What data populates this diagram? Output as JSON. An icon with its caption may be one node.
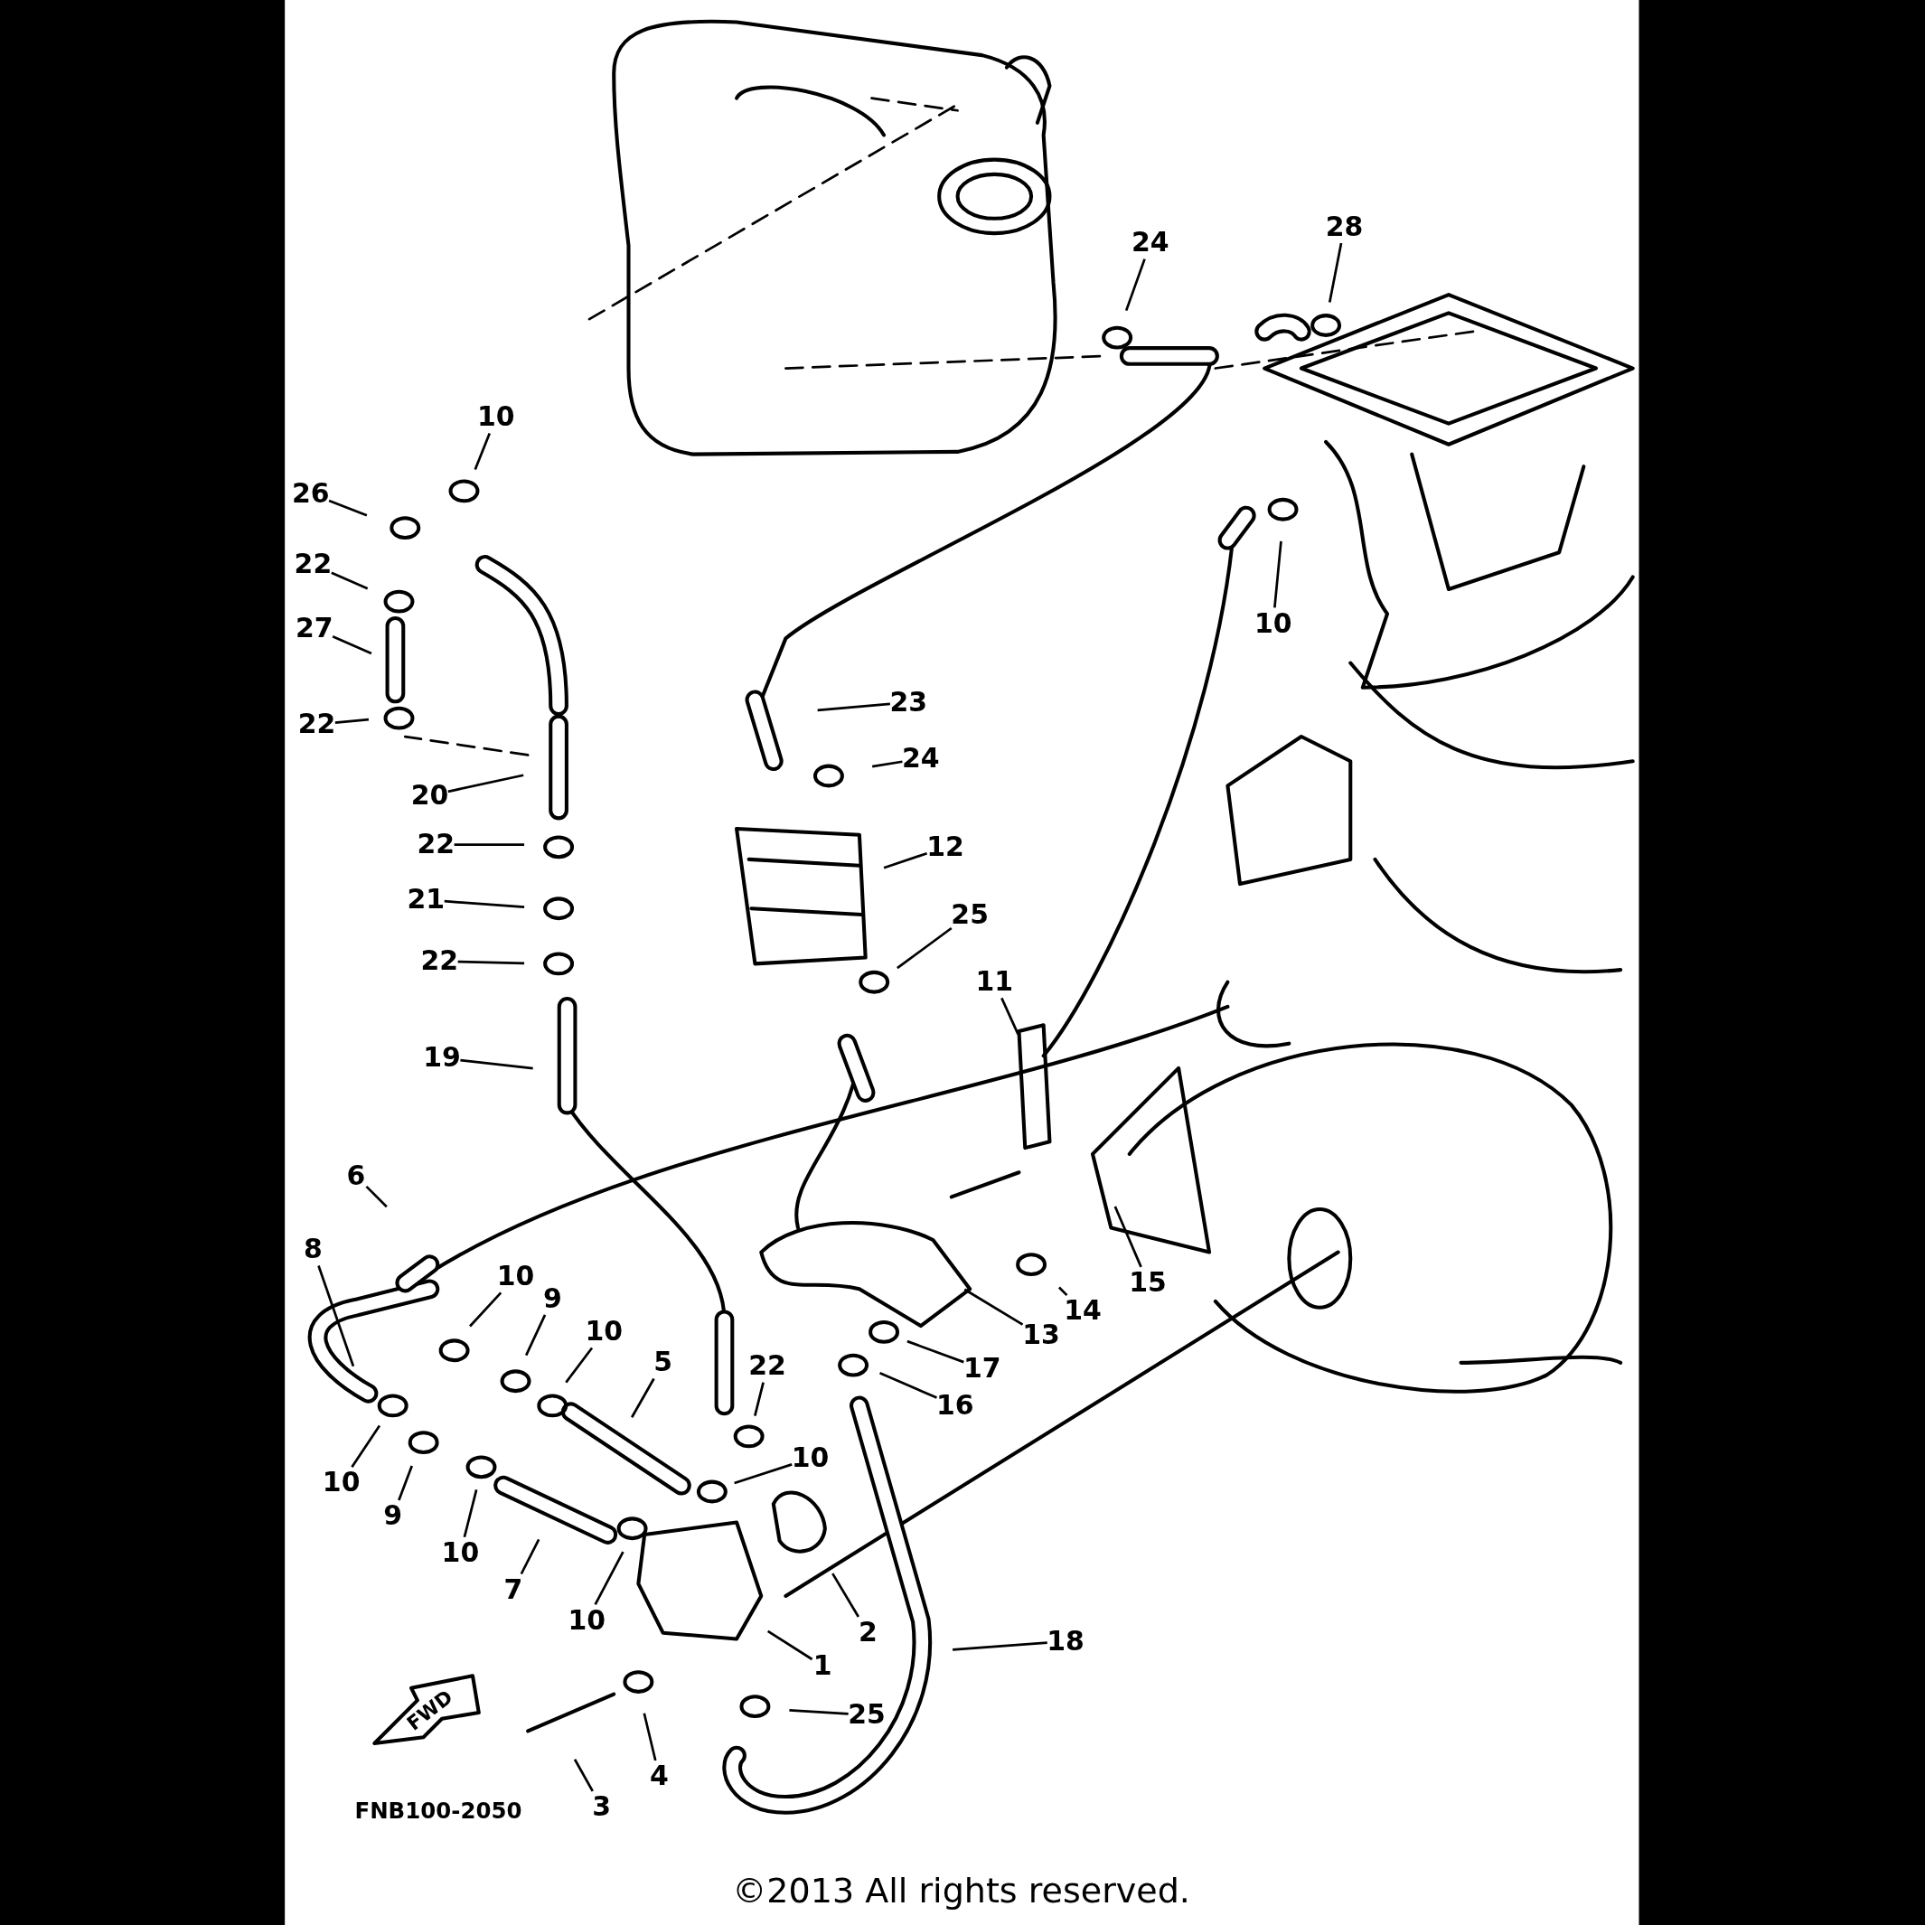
{
  "diagram": {
    "caption": "©2013 All rights reserved.",
    "nodes": [
      {
        "text": [
          "28"
        ]
      },
      {
        "text": [
          "24"
        ]
      },
      {
        "text": [
          "10"
        ]
      },
      {
        "text": [
          "26"
        ]
      },
      {
        "text": [
          "22"
        ]
      },
      {
        "text": [
          "27"
        ]
      },
      {
        "text": [
          "22"
        ]
      },
      {
        "text": [
          "10"
        ]
      },
      {
        "text": [
          "23"
        ]
      },
      {
        "text": [
          "24"
        ]
      },
      {
        "text": [
          "20"
        ]
      },
      {
        "text": [
          "22"
        ]
      },
      {
        "text": [
          "12"
        ]
      },
      {
        "text": [
          "21"
        ]
      },
      {
        "text": [
          "25"
        ]
      },
      {
        "text": [
          "22"
        ]
      },
      {
        "text": [
          "11"
        ]
      },
      {
        "text": [
          "19"
        ]
      },
      {
        "text": [
          "6"
        ]
      },
      {
        "text": [
          "8"
        ]
      },
      {
        "text": [
          "10"
        ]
      },
      {
        "text": [
          "9"
        ]
      },
      {
        "text": [
          "10"
        ]
      },
      {
        "text": [
          "5"
        ]
      },
      {
        "text": [
          "22"
        ]
      },
      {
        "text": [
          "13"
        ]
      },
      {
        "text": [
          "14"
        ]
      },
      {
        "text": [
          "15"
        ]
      },
      {
        "text": [
          "17"
        ]
      },
      {
        "text": [
          "16"
        ]
      },
      {
        "text": [
          "10"
        ]
      },
      {
        "text": [
          "10"
        ]
      },
      {
        "text": [
          "9"
        ]
      },
      {
        "text": [
          "10"
        ]
      },
      {
        "text": [
          "7"
        ]
      },
      {
        "text": [
          "10"
        ]
      },
      {
        "text": [
          "2"
        ]
      },
      {
        "text": [
          "1"
        ]
      },
      {
        "text": [
          "18"
        ]
      },
      {
        "text": [
          "25"
        ]
      },
      {
        "text": [
          "4"
        ]
      },
      {
        "text": [
          "3"
        ]
      }
    ],
    "edges": [
      {
        "from": 0,
        "to": null,
        "arrow": "none"
      },
      {
        "from": 1,
        "to": null,
        "arrow": "none"
      },
      {
        "from": 2,
        "to": null,
        "arrow": "none"
      },
      {
        "from": 3,
        "to": null,
        "arrow": "none"
      },
      {
        "from": 4,
        "to": null,
        "arrow": "none"
      },
      {
        "from": 5,
        "to": null,
        "arrow": "none"
      },
      {
        "from": 6,
        "to": null,
        "arrow": "none"
      },
      {
        "from": 7,
        "to": null,
        "arrow": "none"
      },
      {
        "from": 8,
        "to": null,
        "arrow": "none"
      },
      {
        "from": 9,
        "to": null,
        "arrow": "none"
      },
      {
        "from": 10,
        "to": null,
        "arrow": "none"
      },
      {
        "from": 11,
        "to": null,
        "arrow": "none"
      },
      {
        "from": 12,
        "to": null,
        "arrow": "none"
      },
      {
        "from": 13,
        "to": null,
        "arrow": "none"
      },
      {
        "from": 14,
        "to": null,
        "arrow": "none"
      },
      {
        "from": 15,
        "to": null,
        "arrow": "none"
      },
      {
        "from": 16,
        "to": null,
        "arrow": "none"
      },
      {
        "from": 17,
        "to": null,
        "arrow": "none"
      },
      {
        "from": 18,
        "to": null,
        "arrow": "none"
      },
      {
        "from": 19,
        "to": null,
        "arrow": "none"
      },
      {
        "from": 20,
        "to": null,
        "arrow": "none"
      },
      {
        "from": 21,
        "to": null,
        "arrow": "none"
      },
      {
        "from": 22,
        "to": null,
        "arrow": "none"
      },
      {
        "from": 23,
        "to": null,
        "arrow": "none"
      },
      {
        "from": 24,
        "to": null,
        "arrow": "none"
      },
      {
        "from": 25,
        "to": null,
        "arrow": "none"
      },
      {
        "from": 26,
        "to": null,
        "arrow": "none"
      },
      {
        "from": 27,
        "to": null,
        "arrow": "none"
      },
      {
        "from": 28,
        "to": null,
        "arrow": "none"
      },
      {
        "from": 29,
        "to": null,
        "arrow": "none"
      },
      {
        "from": 30,
        "to": null,
        "arrow": "none"
      },
      {
        "from": 31,
        "to": null,
        "arrow": "none"
      },
      {
        "from": 32,
        "to": null,
        "arrow": "none"
      },
      {
        "from": 33,
        "to": null,
        "arrow": "none"
      },
      {
        "from": 34,
        "to": null,
        "arrow": "none"
      },
      {
        "from": 35,
        "to": null,
        "arrow": "none"
      },
      {
        "from": 36,
        "to": null,
        "arrow": "none"
      },
      {
        "from": 37,
        "to": null,
        "arrow": "none"
      },
      {
        "from": 38,
        "to": null,
        "arrow": "none"
      },
      {
        "from": 39,
        "to": null,
        "arrow": "none"
      },
      {
        "from": 40,
        "to": null,
        "arrow": "none"
      },
      {
        "from": 41,
        "to": null,
        "arrow": "none"
      }
    ],
    "labels": [
      "FWD",
      "FNB100-2050"
    ]
  }
}
